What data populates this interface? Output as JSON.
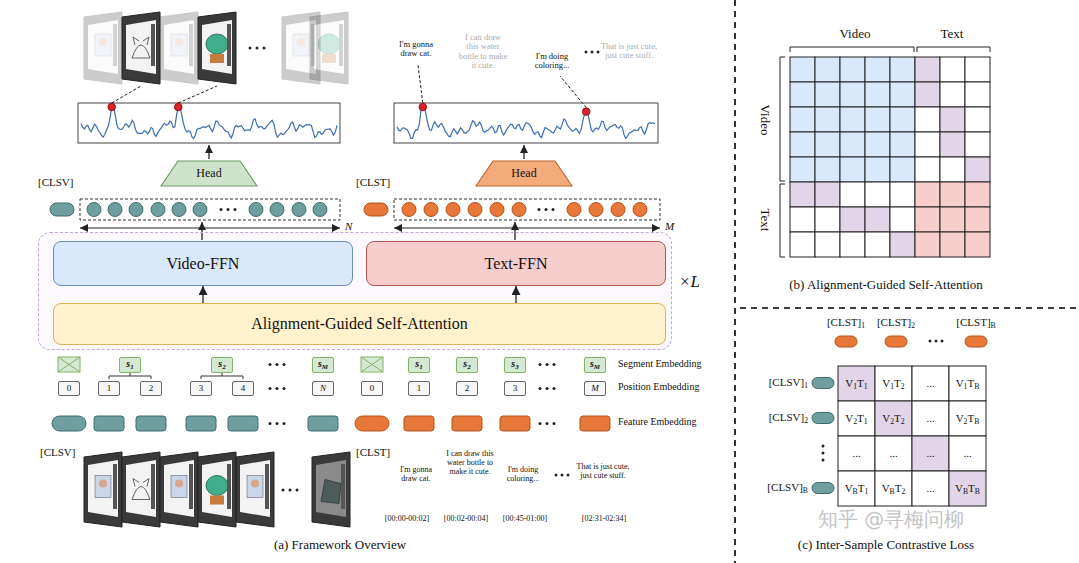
{
  "diagram": {
    "nodes": [
      {
        "text": [
          "Head"
        ]
      },
      {
        "text": [
          "Head"
        ]
      },
      {
        "text": [
          "×L"
        ]
      },
      {
        "text": [
          "Video-FFN"
        ],
        "in": 2
      },
      {
        "text": [
          "Text-FFN"
        ],
        "in": 2
      },
      {
        "text": [
          "Alignment-Guided Self-Attention"
        ],
        "in": 2
      },
      {
        "text": [
          "s1"
        ]
      },
      {
        "text": [
          "s2"
        ]
      },
      {
        "text": [
          "sM"
        ]
      },
      {
        "text": [
          "s1"
        ]
      },
      {
        "text": [
          "s2"
        ]
      },
      {
        "text": [
          "s3"
        ]
      },
      {
        "text": [
          "sM"
        ]
      },
      {
        "text": [
          "0"
        ]
      },
      {
        "text": [
          "1"
        ]
      },
      {
        "text": [
          "2"
        ]
      },
      {
        "text": [
          "3"
        ]
      },
      {
        "text": [
          "4"
        ]
      },
      {
        "text": [
          "N"
        ]
      },
      {
        "text": [
          "0"
        ]
      },
      {
        "text": [
          "1"
        ]
      },
      {
        "text": [
          "2"
        ]
      },
      {
        "text": [
          "3"
        ]
      },
      {
        "text": [
          "M"
        ]
      }
    ],
    "edges": [
      {
        "from": 5,
        "to": 3,
        "arrow": "to"
      },
      {
        "from": 5,
        "to": 4,
        "arrow": "to"
      }
    ],
    "labels": [
      "I'm gonna draw cat.",
      "I can draw this water bottle to make it cute.",
      "I'm doing coloring...",
      "That is just cute, just cute stuff.",
      "[CLSV]",
      "N",
      "[CLST]",
      "M",
      "Segment Embedding",
      "Position Embedding",
      "Feature Embedding",
      "[CLSV]",
      "[CLST]",
      "I'm gonna draw cat.",
      "I can draw this water bottle to make it cute.",
      "I'm doing coloring...",
      "That is just cute, just cute stuff.",
      "[00:00-00:02]",
      "[00:02-00:04]",
      "[00:45-01:00]",
      "[02:31-02:34]",
      "(a) Framework Overview",
      "Video",
      "Text",
      "Video",
      "Text",
      "(b) Alignment-Guided Self-Attention",
      "[CLST]1",
      "[CLST]2",
      "[CLST]B",
      "[CLSV]1",
      "[CLSV]2",
      "[CLSV]B",
      "V1T1",
      "V1T2",
      "...",
      "V1TB",
      "V2T1",
      "V2T2",
      "...",
      "V2TB",
      "...",
      "...",
      "...",
      "...",
      "VBT1",
      "VBT2",
      "...",
      "VBTB",
      "(c) Inter-Sample Contrastive Loss",
      "知乎 @寻梅问柳"
    ]
  }
}
